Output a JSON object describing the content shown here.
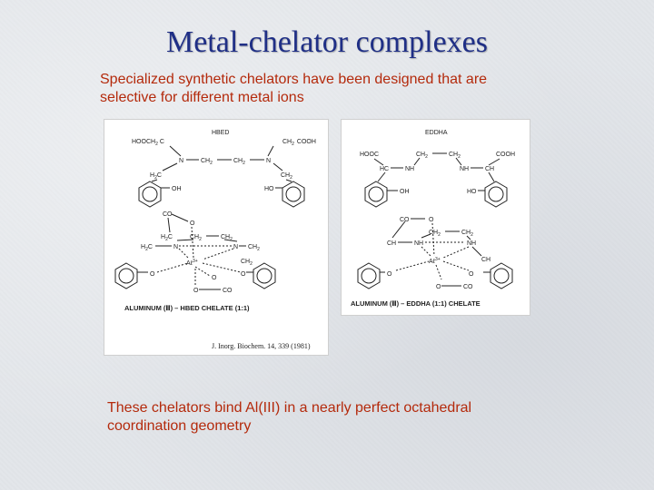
{
  "slide": {
    "title": "Metal-chelator complexes",
    "subtitle": "Specialized synthetic chelators have been designed that are selective for different metal ions",
    "caption": "These chelators bind Al(III) in a nearly perfect octahedral coordination geometry"
  },
  "hbed": {
    "name": "HBED",
    "label_hooch2c": "HOOCH",
    "label_sub2": "2",
    "label_c": "C",
    "label_ch2cooh": "CH",
    "label_cooh": "COOH",
    "label_n": "N",
    "label_ch2": "CH",
    "label_h2c": "H",
    "label_h2c_c": "C",
    "label_oh": "OH",
    "label_ho": "HO",
    "chelate_label": "ALUMINUM  (Ⅲ) – HBED  CHELATE  (1:1)",
    "reference": "J. Inorg. Biochem. 14, 339 (1981)",
    "label_co": "CO",
    "label_o": "O",
    "label_al": "Aℓ",
    "label_al_charge": "3+"
  },
  "eddha": {
    "name": "EDDHA",
    "label_hooc": "HOOC",
    "label_cooh": "COOH",
    "label_ch2": "CH",
    "label_sub2": "2",
    "label_hc": "HC",
    "label_nh": "NH",
    "label_ch": "CH",
    "label_oh": "OH",
    "label_ho": "HO",
    "label_co": "CO",
    "label_o": "O",
    "label_al": "Aℓ",
    "label_al_charge": "3+",
    "chelate_label": "ALUMINUM  (Ⅲ) – EDDHA   (1:1)   CHELATE"
  }
}
